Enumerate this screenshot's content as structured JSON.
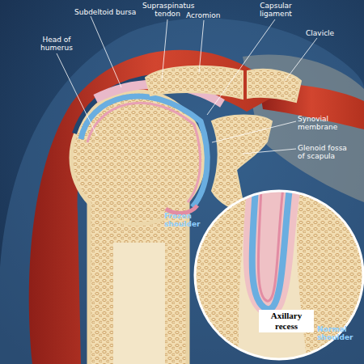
{
  "diagram": {
    "labels": [
      "Subdeltoid bursa",
      "Supraspinatus tendon",
      "Acromion",
      "Capsular ligament",
      "Clavicle",
      "Head of humerus",
      "Synovial membrane",
      "Glenoid fossa of scapula",
      "Frozen shoulder",
      "Axillary recess",
      "Normal shoulder"
    ]
  }
}
